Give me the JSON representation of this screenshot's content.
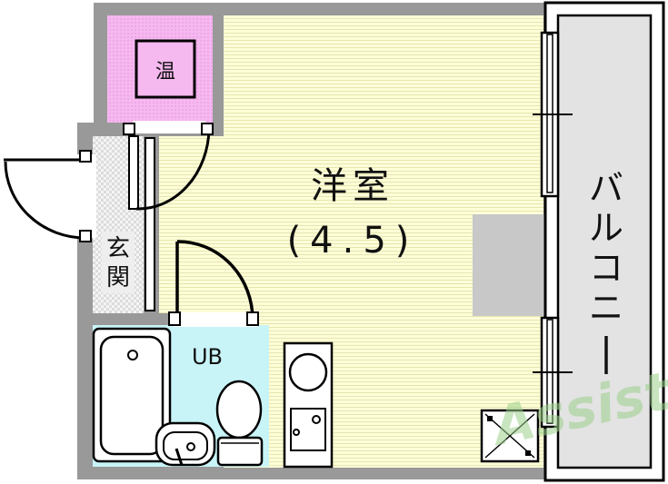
{
  "rooms": {
    "western_room_label": "洋室",
    "western_room_size": "(4.5)",
    "water_heater_label": "温",
    "entrance_label_1": "玄",
    "entrance_label_2": "関",
    "unit_bath_label": "UB",
    "balcony_label": [
      "バ",
      "ル",
      "コ",
      "ニ",
      "ー"
    ]
  },
  "watermark": {
    "text": "Assist"
  },
  "colors": {
    "wall_gray": "#999999",
    "room_floor": "#fdfdd8",
    "room_stripe": "#e6e6b0",
    "heater_pink": "#f5b8ef",
    "bath_blue": "#c8f4f8",
    "balcony_gray": "#e3e3e3",
    "watermark_green": "#9ad08a"
  }
}
